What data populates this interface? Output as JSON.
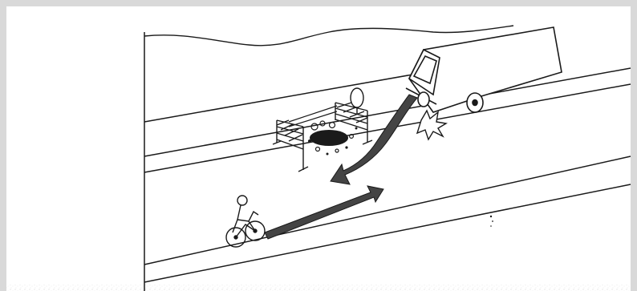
{
  "illustration": {
    "kind": "line-drawing",
    "content": [
      "road",
      "roadside-barriers",
      "sign",
      "pothole",
      "bus",
      "cyclist",
      "arrows"
    ],
    "colors": {
      "ink": "#1a1a1a",
      "paper": "#ffffff",
      "paper_edge": "#d9d9d9",
      "arrow_fill": "#444444"
    }
  }
}
